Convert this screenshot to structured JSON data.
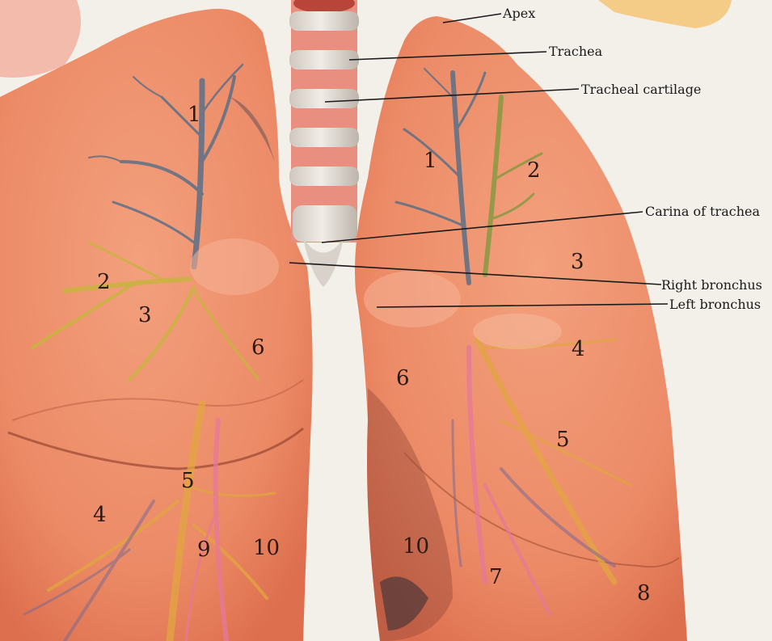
{
  "labels": {
    "apex": "Apex",
    "trachea": "Trachea",
    "tracheal_cartilage": "Tracheal cartilage",
    "carina": "Carina of trachea",
    "right_bronchus": "Right bronchus",
    "left_bronchus": "Left bronchus"
  },
  "right_lung_segments": {
    "s1": "1",
    "s2": "2",
    "s3": "3",
    "s6": "6",
    "s5": "5",
    "s4": "4",
    "s9": "9",
    "s10": "10"
  },
  "left_lung_segments": {
    "s1": "1",
    "s2": "2",
    "s3": "3",
    "s4": "4",
    "s6": "6",
    "s5": "5",
    "s10": "10",
    "s7": "7",
    "s8": "8"
  },
  "colors": {
    "lung": "#ec8a66",
    "lung_dark": "#d9694a",
    "airway": "#5c6f86",
    "bronchiole_yellow": "#d8c24a",
    "artery_pink": "#e6789a",
    "cartilage": "#e0dad3",
    "trachea_pink": "#e98f80"
  }
}
